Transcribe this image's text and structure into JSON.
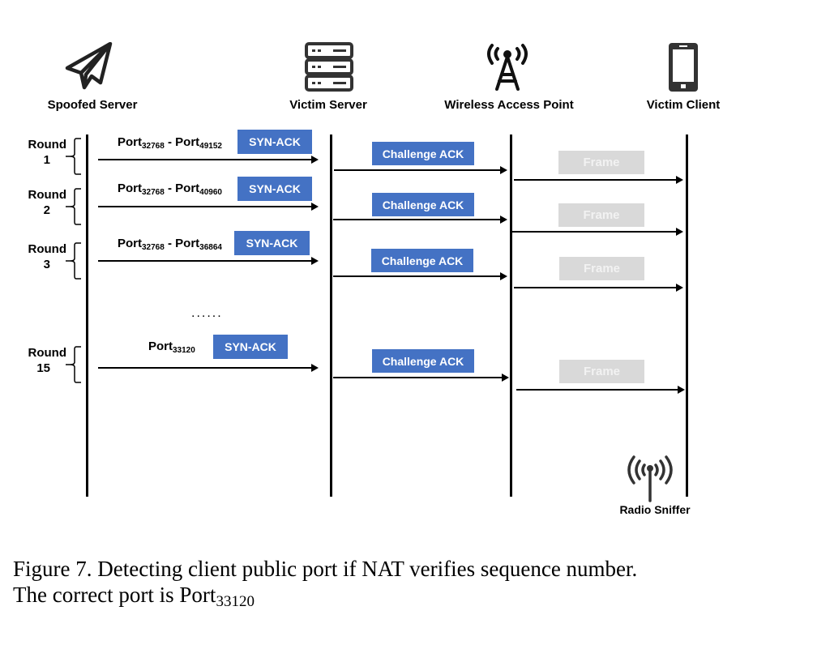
{
  "actors": [
    {
      "id": "spoofed-server",
      "label": "Spoofed Server",
      "icon": "paper-plane-icon"
    },
    {
      "id": "victim-server",
      "label": "Victim Server",
      "icon": "server-rack-icon"
    },
    {
      "id": "wireless-ap",
      "label": "Wireless Access Point",
      "icon": "antenna-tower-icon"
    },
    {
      "id": "victim-client",
      "label": "Victim Client",
      "icon": "smartphone-icon"
    }
  ],
  "rounds": [
    {
      "label_top": "Round",
      "label_num": "1",
      "port_base": "Port",
      "port_from": "32768",
      "sep": " - ",
      "port_to_base": "Port",
      "port_to": "49152",
      "syn": "SYN-ACK",
      "challenge": "Challenge ACK",
      "frame": "Frame"
    },
    {
      "label_top": "Round",
      "label_num": "2",
      "port_base": "Port",
      "port_from": "32768",
      "sep": " - ",
      "port_to_base": "Port",
      "port_to": "40960",
      "syn": "SYN-ACK",
      "challenge": "Challenge ACK",
      "frame": "Frame"
    },
    {
      "label_top": "Round",
      "label_num": "3",
      "port_base": "Port",
      "port_from": "32768",
      "sep": " - ",
      "port_to_base": "Port",
      "port_to": "36864",
      "syn": "SYN-ACK",
      "challenge": "Challenge ACK",
      "frame": "Frame"
    },
    {
      "label_top": "Round",
      "label_num": "15",
      "port_base": "Port",
      "port_from": "33120",
      "syn": "SYN-ACK",
      "challenge": "Challenge ACK",
      "frame": "Frame"
    }
  ],
  "ellipsis": "......",
  "sniffer": {
    "label": "Radio Sniffer",
    "icon": "radio-broadcast-icon"
  },
  "caption": {
    "line1": "Figure 7. Detecting client public port if NAT verifies sequence number.",
    "line2_prefix": "The correct port is Port",
    "line2_sub": "33120"
  },
  "colors": {
    "message_box": "#4472c4",
    "frame_box": "#d9d9d9"
  }
}
